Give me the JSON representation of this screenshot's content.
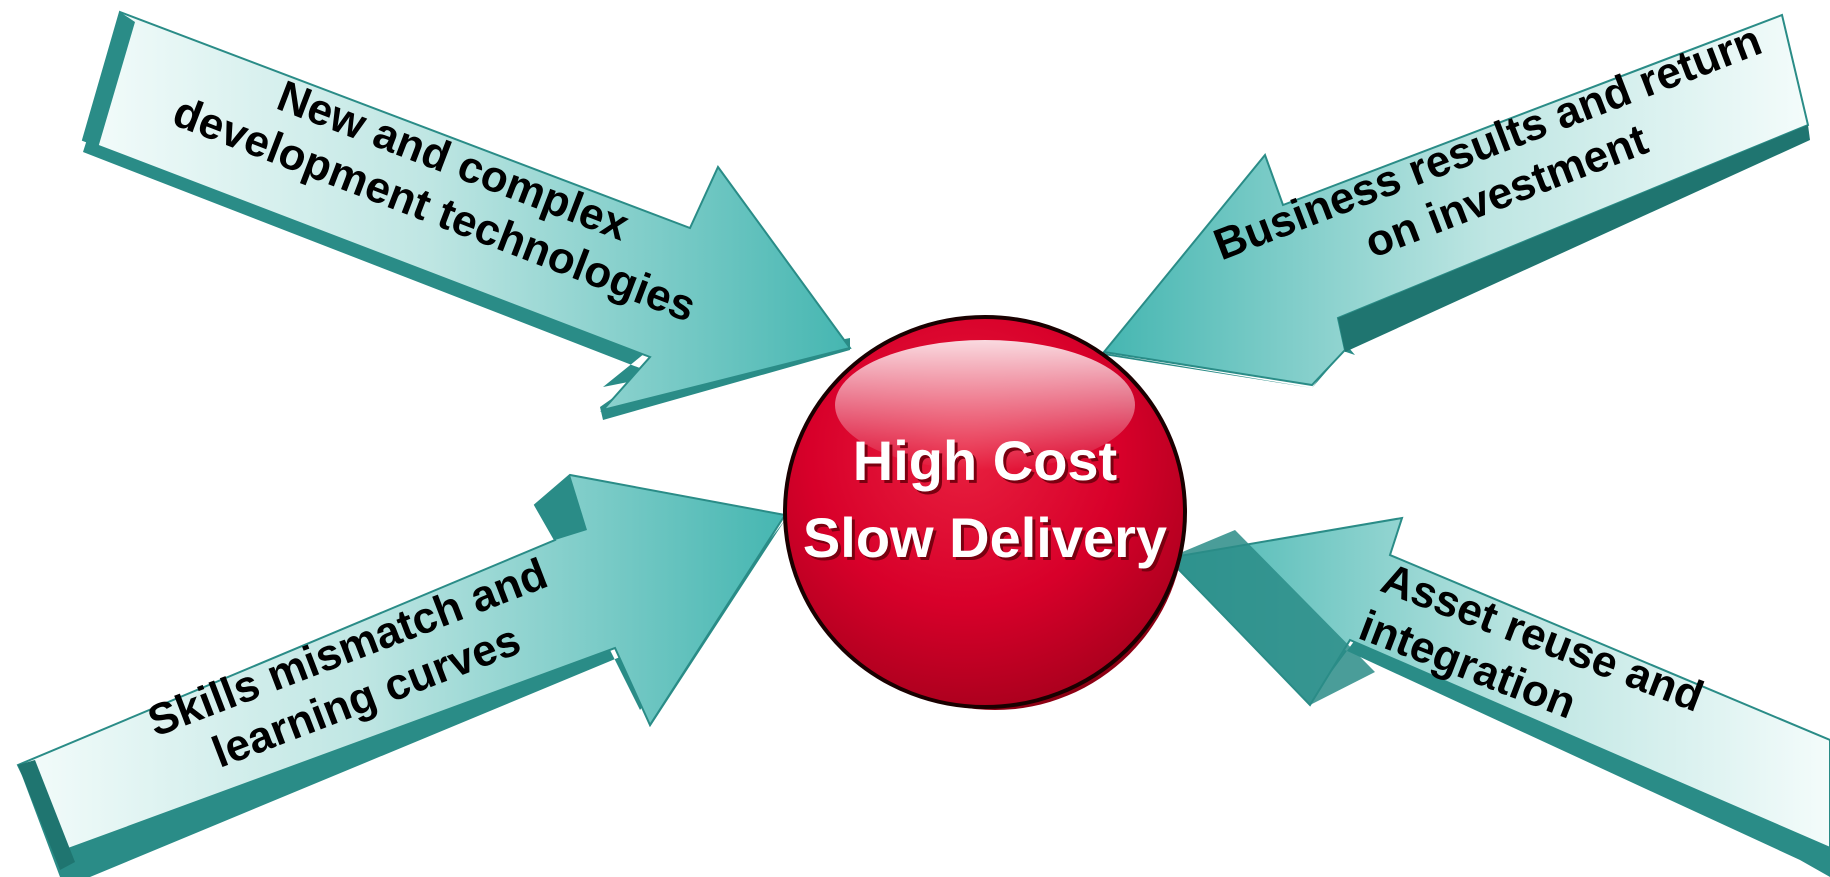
{
  "diagram": {
    "center": {
      "line1": "High Cost",
      "line2": "Slow Delivery"
    },
    "arrows": [
      {
        "id": "top-left",
        "line1": "New and complex",
        "line2": "development technologies"
      },
      {
        "id": "top-right",
        "line1": "Business results and return",
        "line2": "on investment"
      },
      {
        "id": "bottom-left",
        "line1": "Skills mismatch and",
        "line2": "learning curves"
      },
      {
        "id": "bottom-right",
        "line1": "Asset reuse and",
        "line2": "integration"
      }
    ]
  },
  "colors": {
    "arrow_body_light": "#f4fcfb",
    "arrow_body_teal": "#4bbab5",
    "arrow_side_dark": "#2a8c87",
    "arrow_outline": "#1f7570",
    "ball_red": "#d8002a",
    "ball_dark": "#8d0014",
    "ball_outline": "#1a0000"
  }
}
